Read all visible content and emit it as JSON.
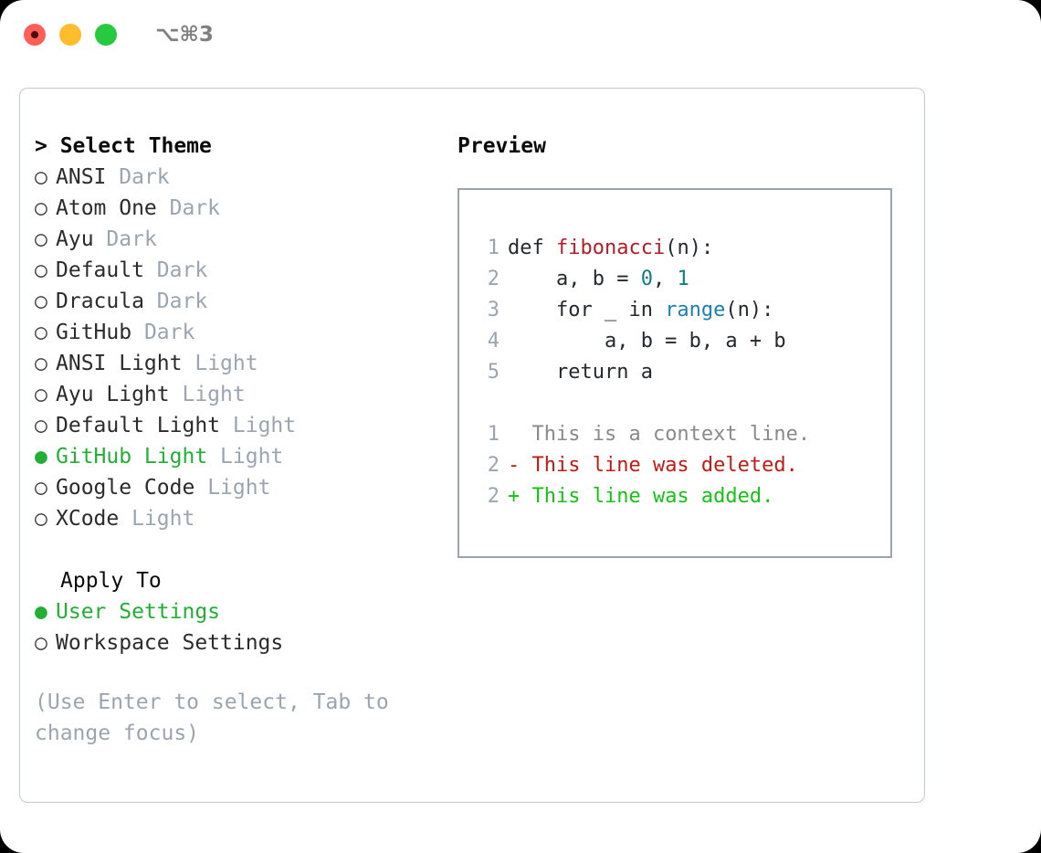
{
  "titlebar": {
    "shortcut": "⌥⌘3",
    "lights": [
      "close",
      "minimize",
      "maximize"
    ]
  },
  "theme_picker": {
    "header": "> Select Theme",
    "bullet_unselected": "○",
    "bullet_selected": "●",
    "selected_theme": "GitHub Light",
    "accent_color": "#21b035",
    "items": [
      {
        "name": "ANSI",
        "kind": "Dark",
        "selected": false
      },
      {
        "name": "Atom One",
        "kind": "Dark",
        "selected": false
      },
      {
        "name": "Ayu",
        "kind": "Dark",
        "selected": false
      },
      {
        "name": "Default",
        "kind": "Dark",
        "selected": false
      },
      {
        "name": "Dracula",
        "kind": "Dark",
        "selected": false
      },
      {
        "name": "GitHub",
        "kind": "Dark",
        "selected": false
      },
      {
        "name": "ANSI Light",
        "kind": "Light",
        "selected": false
      },
      {
        "name": "Ayu Light",
        "kind": "Light",
        "selected": false
      },
      {
        "name": "Default Light",
        "kind": "Light",
        "selected": false
      },
      {
        "name": "GitHub Light",
        "kind": "Light",
        "selected": true
      },
      {
        "name": "Google Code",
        "kind": "Light",
        "selected": false
      },
      {
        "name": "XCode",
        "kind": "Light",
        "selected": false
      }
    ]
  },
  "apply_to": {
    "header": "Apply To",
    "options": [
      {
        "label": "User Settings",
        "selected": true
      },
      {
        "label": "Workspace Settings",
        "selected": false
      }
    ]
  },
  "hint": "(Use Enter to select, Tab to change focus)",
  "preview": {
    "title": "Preview",
    "code_lines": [
      {
        "number": "1",
        "tokens": [
          {
            "text": "def ",
            "type": "plain"
          },
          {
            "text": "fibonacci",
            "type": "func"
          },
          {
            "text": "(n):",
            "type": "plain"
          }
        ]
      },
      {
        "number": "2",
        "tokens": [
          {
            "text": "    a, b = ",
            "type": "plain"
          },
          {
            "text": "0",
            "type": "num"
          },
          {
            "text": ", ",
            "type": "plain"
          },
          {
            "text": "1",
            "type": "num"
          }
        ]
      },
      {
        "number": "3",
        "tokens": [
          {
            "text": "    for _ in ",
            "type": "plain"
          },
          {
            "text": "range",
            "type": "call"
          },
          {
            "text": "(n):",
            "type": "plain"
          }
        ]
      },
      {
        "number": "4",
        "tokens": [
          {
            "text": "        a, b = b, a + b",
            "type": "plain"
          }
        ]
      },
      {
        "number": "5",
        "tokens": [
          {
            "text": "    return a",
            "type": "plain"
          }
        ]
      }
    ],
    "diff_lines": [
      {
        "number": "1",
        "marker": " ",
        "text": "This is a context line.",
        "kind": "context"
      },
      {
        "number": "2",
        "marker": "-",
        "text": "This line was deleted.",
        "kind": "deleted"
      },
      {
        "number": "2",
        "marker": "+",
        "text": "This line was added.",
        "kind": "added"
      }
    ]
  },
  "colors": {
    "accent_green": "#21b035",
    "diff_add": "#16c216",
    "diff_del": "#c01b14",
    "muted": "#9aa5b1",
    "func": "#b31d28",
    "number": "#0f7f7f",
    "call": "#1a7fb5"
  }
}
